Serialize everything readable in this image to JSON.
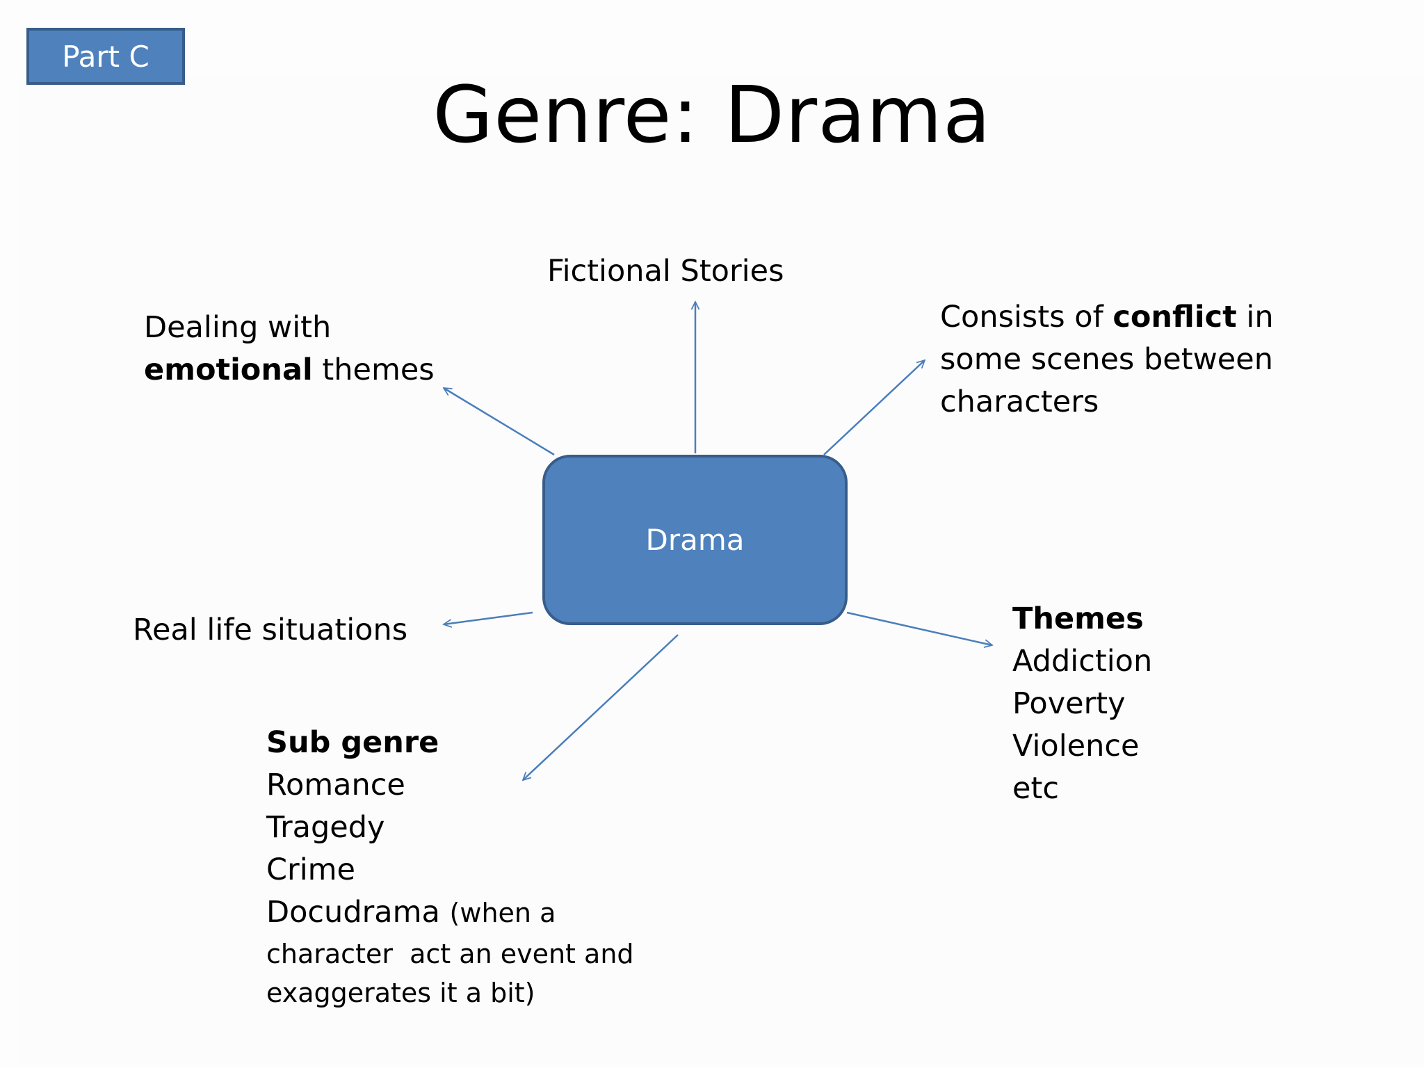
{
  "badge": "Part C",
  "title": "Genre: Drama",
  "center": "Drama",
  "nodes": {
    "fictional": "Fictional Stories",
    "emotional": {
      "line1": "Dealing with",
      "bold": "emotional",
      "rest": "themes"
    },
    "conflict": {
      "pre": "Consists of",
      "bold": "conflict",
      "post": "in",
      "line2": "some scenes between",
      "line3": "characters"
    },
    "real_life": "Real life situations",
    "themes": {
      "heading": "Themes",
      "items": [
        "Addiction",
        "Poverty",
        "Violence",
        "etc"
      ]
    },
    "sub_genre": {
      "heading": "Sub genre",
      "items": [
        "Romance",
        "Tragedy",
        "Crime"
      ],
      "last_item": "Docudrama",
      "note_part1": "(when a",
      "note_line2": "character  act an event and",
      "note_line3": "exaggerates it a bit)"
    }
  },
  "colors": {
    "box_fill": "#4f81bd",
    "box_border": "#385d8a",
    "arrow": "#4a7ebb"
  }
}
